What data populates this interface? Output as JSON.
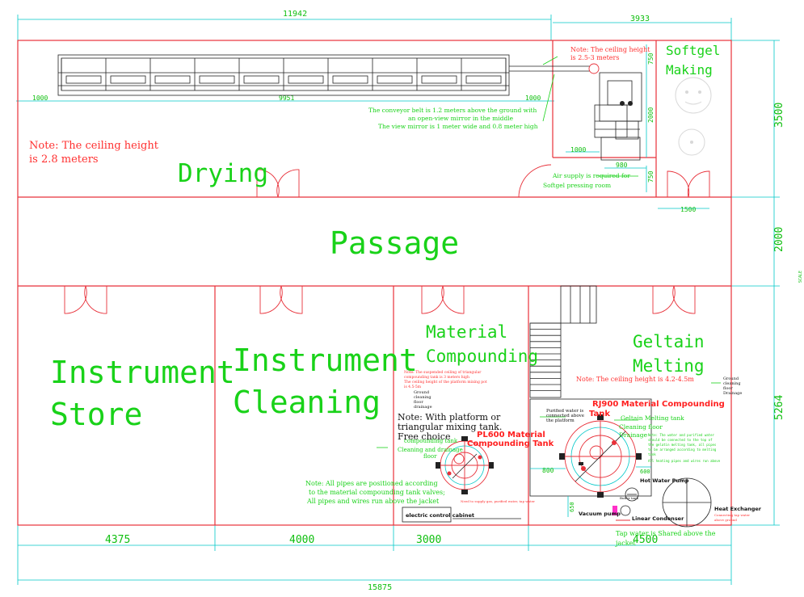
{
  "dimensions": {
    "top_total": "11942",
    "top_right": "3933",
    "bottom_total": "15875",
    "bottom_segments": [
      "4375",
      "4000",
      "3000",
      "4500"
    ],
    "right_segments": [
      "3500",
      "2000",
      "5264"
    ],
    "conveyor_left": "1000",
    "conveyor_length": "9951",
    "conveyor_right": "1000",
    "softgel_v1": "750",
    "softgel_v2": "2000",
    "softgel_h1": "1000",
    "softgel_h2": "980",
    "softgel_v3": "750",
    "softgel_door": "1500",
    "mc_to_rj": "800",
    "rj_right": "600",
    "lower_v": "650"
  },
  "rooms": {
    "drying": "Drying",
    "passage": "Passage",
    "instrument_store_1": "Instrument",
    "instrument_store_2": "Store",
    "instrument_cleaning_1": "Instrument",
    "instrument_cleaning_2": "Cleaning",
    "material_compounding_1": "Material",
    "material_compounding_2": "Compounding",
    "geltain_melting_1": "Geltain",
    "geltain_melting_2": "Melting",
    "softgel_making_1": "Softgel",
    "softgel_making_2": "Making"
  },
  "notes": {
    "drying_ceiling_1": "Note: The ceiling height",
    "drying_ceiling_2": "is 2.8 meters",
    "softgel_ceiling_1": "Note: The ceiling height",
    "softgel_ceiling_2": "is 2.5-3 meters",
    "conveyor_1": "The conveyor belt is 1.2 meters above the ground with",
    "conveyor_2": "an open-view mirror in the middle",
    "conveyor_3": "The view mirror is 1 meter wide and 0.8 meter high",
    "air_supply_1": "Air supply is required for",
    "air_supply_2": "Softgel pressing room",
    "mc_small_1": "Note: The suspended ceiling of triangular",
    "mc_small_2": "compounding tank is 3 meters high",
    "mc_small_3": "The ceiling height of the platform mixing pot",
    "mc_small_4": "is 4.5-5m",
    "mc_drain_1": "Ground",
    "mc_drain_2": "cleaning",
    "mc_drain_3": "floor",
    "mc_drain_4": "drainage",
    "platform_1": "Note: With platform or",
    "platform_2": "triangular mixing tank.",
    "platform_3": "Free choice",
    "pl600_1": "PL600 Material",
    "pl600_2": "Compounding Tank",
    "compounding_tank": "compounding tank",
    "cleaning_drain_1": "Cleaning and drainage",
    "cleaning_drain_2": "floor",
    "pipes_1": "Note: All pipes are positioned according",
    "pipes_2": "to the material compounding tank valves;",
    "pipes_3": "All pipes and wires run above the jacket",
    "electric_cabinet": "electric control cabinet",
    "supply_gas": "Need to supply gas, purified water, tap water",
    "gm_ceiling": "Note: The ceiling height is 4.2-4.5m",
    "gm_drain_1": "Ground",
    "gm_drain_2": "cleaning",
    "gm_drain_3": "floor",
    "gm_drain_4": "Drainage",
    "purified_1": "Purified water is",
    "purified_2": "connected above",
    "purified_3": "the platform",
    "rj900_1": "RJ900 Material Compounding",
    "rj900_2": "Tank",
    "geltain_tank": "Geltain Melting tank",
    "cleaning_floor": "Cleaning floor",
    "drainage": "Drainage",
    "gm_small_1": "Note: The water and purified water",
    "gm_small_2": "should be connected to the top of",
    "gm_small_3": "the gelatin melting tank, all pipes",
    "gm_small_4": "to be arranged according to melting",
    "gm_small_5": "tank",
    "gm_small_6": "All heating pipes and wires run above",
    "hot_water_pump": "Hot Water Pump",
    "heat_exchanger": "Heat Exchanger",
    "he_small_1": "Connecting tap water",
    "he_small_2": "above ground",
    "vacuum_pump": "Vacuum pump",
    "linear_condenser": "Linear Condenser",
    "tap_water_1": "Tap water is Shared above the",
    "tap_water_2": "jacket",
    "buffer_tank": "Buffer tank",
    "side_mark": "SCALE"
  }
}
